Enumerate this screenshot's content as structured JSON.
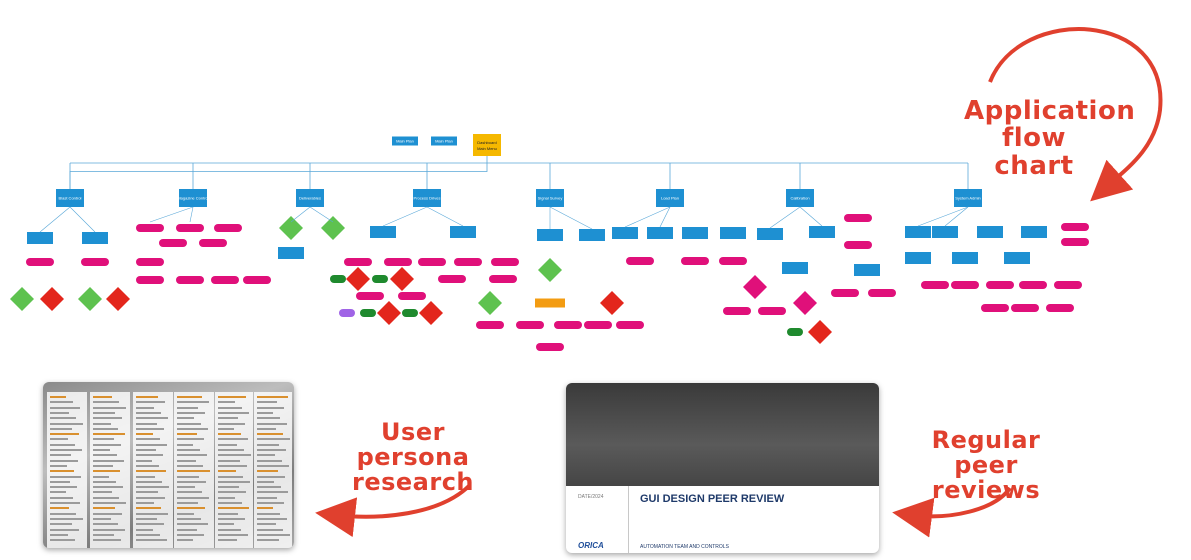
{
  "annotations": {
    "app_flow": "Application flow chart",
    "persona": "User persona research",
    "peer": "Regular peer reviews"
  },
  "colors": {
    "box": "#1e90d2",
    "root": "#f5b800",
    "magenta": "#e0107a",
    "green": "#5ec24f",
    "red": "#e3261c",
    "dark_green": "#1f8a2e",
    "orange": "#f39c12",
    "purple": "#a064e6",
    "line": "#5aa8d8",
    "annotation": "#e0402e"
  },
  "flowchart": {
    "root": "Dashboard Main Menu",
    "top_left": [
      "Main Plan",
      "Main Plan"
    ],
    "sections": [
      {
        "title": "Blast Control"
      },
      {
        "title": "Magazine Control"
      },
      {
        "title": "Deliverables"
      },
      {
        "title": "Process Drives"
      },
      {
        "title": "Signal Survey"
      },
      {
        "title": "Load Plan"
      },
      {
        "title": "Calibration"
      },
      {
        "title": "System Admin"
      }
    ]
  },
  "persona_card": {
    "title": "User Persona Research"
  },
  "peer_card": {
    "title": "GUI DESIGN PEER REVIEW",
    "date": "DATE/2024",
    "footer": "AUTOMATION TEAM AND CONTROLS",
    "logo": "ORICA"
  }
}
